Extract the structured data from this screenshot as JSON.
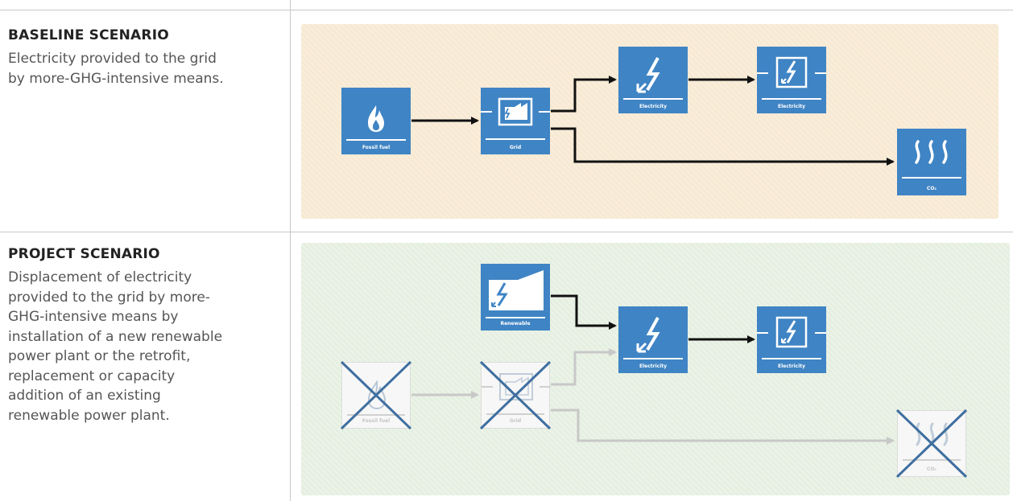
{
  "baseline": {
    "title": "BASELINE SCENARIO",
    "description": "Electricity provided to the grid\nby more-GHG-intensive means.",
    "nodes": {
      "fossil_fuel": "Fossil fuel",
      "grid": "Grid",
      "electricity_1": "Electricity",
      "electricity_2": "Electricity",
      "co2": "CO₂"
    }
  },
  "project": {
    "title": "PROJECT SCENARIO",
    "description": "Displacement of electricity\nprovided to the grid by more-\nGHG-intensive means by\ninstallation of a new renewable\npower plant or the retrofit,\nreplacement or capacity\naddition of an existing\nrenewable power plant.",
    "nodes": {
      "renewable": "Renewable",
      "electricity_1": "Electricity",
      "electricity_2": "Electricity",
      "fossil_fuel": "Fossil fuel",
      "grid": "Grid",
      "co2": "CO₂"
    }
  },
  "colors": {
    "node_blue": "#3f84c4",
    "baseline_panel": "#f7e9d2",
    "project_panel": "#e5efe1",
    "arrow": "#111111",
    "faded": "#c8c8c8",
    "cross": "#3f6fa0"
  }
}
